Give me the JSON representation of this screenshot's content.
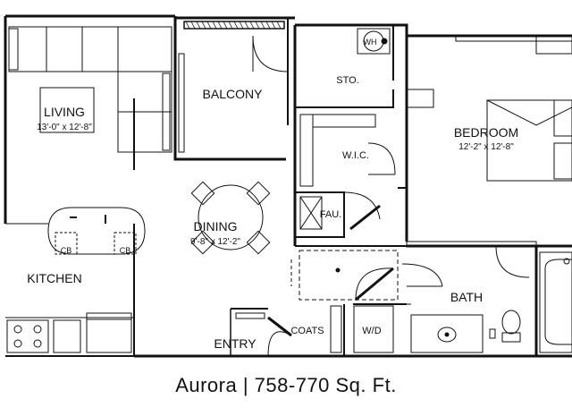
{
  "plan": {
    "title": "Aurora | 758-770 Sq. Ft.",
    "rooms": {
      "living": {
        "name": "LIVING",
        "dims": "13'-0\" x 12'-8\""
      },
      "balcony": {
        "name": "BALCONY"
      },
      "storage": {
        "name": "STO."
      },
      "bedroom": {
        "name": "BEDROOM",
        "dims": "12'-2\" x 12'-8\""
      },
      "wic": {
        "name": "W.I.C."
      },
      "dining": {
        "name": "DINING",
        "dims": "9'-8\" x 12'-2\""
      },
      "kitchen": {
        "name": "KITCHEN"
      },
      "fau": {
        "name": "FAU."
      },
      "bath": {
        "name": "BATH"
      },
      "entry": {
        "name": "ENTRY"
      },
      "coats": {
        "name": "COATS"
      },
      "wd": {
        "name": "W/D"
      },
      "wh": {
        "name": "WH"
      }
    },
    "fixtures": {
      "cabinet_label": "CB"
    }
  }
}
